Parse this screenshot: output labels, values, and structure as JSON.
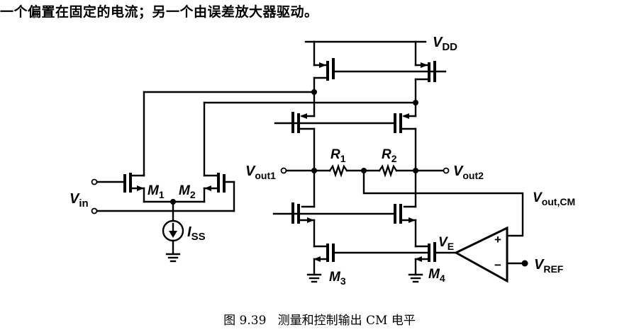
{
  "page": {
    "top_text": "一个偏置在固定的电流；另一个由误差放大器驱动。",
    "caption": "图 9.39   测量和控制输出 CM 电平"
  },
  "circuit": {
    "supply": {
      "main": "V",
      "sub": "DD"
    },
    "input": {
      "main": "V",
      "sub": "in"
    },
    "current_source": {
      "main": "I",
      "sub": "SS"
    },
    "transistors": [
      {
        "main": "M",
        "sub": "1"
      },
      {
        "main": "M",
        "sub": "2"
      },
      {
        "main": "M",
        "sub": "3"
      },
      {
        "main": "M",
        "sub": "4"
      }
    ],
    "resistors": [
      {
        "main": "R",
        "sub": "1"
      },
      {
        "main": "R",
        "sub": "2"
      }
    ],
    "outputs": {
      "vout1": {
        "main": "V",
        "sub": "out1"
      },
      "vout2": {
        "main": "V",
        "sub": "out2"
      },
      "vout_cm": {
        "main": "V",
        "sub": "out,CM"
      }
    },
    "error_amp": {
      "output": {
        "main": "V",
        "sub": "E"
      },
      "plus": "+",
      "minus": "−",
      "reference": {
        "main": "V",
        "sub": "REF"
      }
    }
  }
}
